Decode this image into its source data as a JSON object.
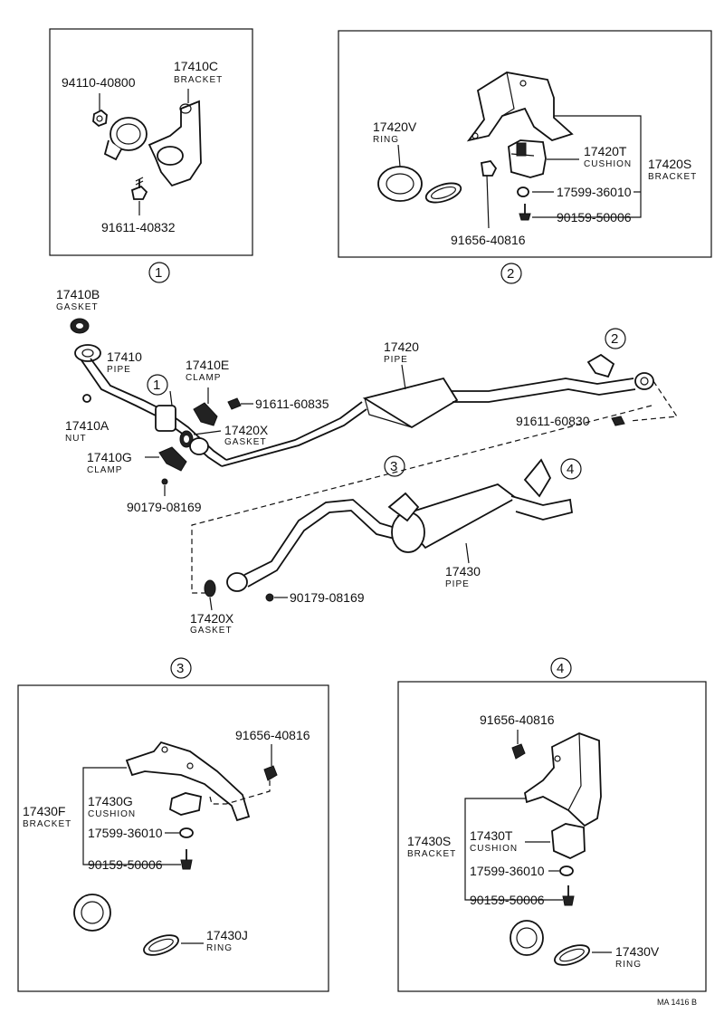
{
  "boxes": [
    {
      "key": "c1",
      "circle": "1"
    },
    {
      "key": "c2",
      "circle": "2"
    },
    {
      "key": "c3",
      "circle": "3"
    },
    {
      "key": "c4",
      "circle": "4"
    }
  ],
  "box1": {
    "nut": "94110-40800",
    "bracket_num": "17410C",
    "bracket_name": "BRACKET",
    "bolt": "91611-40832"
  },
  "box2": {
    "ring_num": "17420V",
    "ring_name": "RING",
    "cushion_num": "17420T",
    "cushion_name": "CUSHION",
    "bracket_num": "17420S",
    "bracket_name": "BRACKET",
    "washer": "17599-36010",
    "screw": "90159-50006",
    "bolt": "91656-40816"
  },
  "main": {
    "gasket_num": "17410B",
    "gasket_name": "GASKET",
    "pipe1_num": "17410",
    "pipe1_name": "PIPE",
    "clampE_num": "17410E",
    "clampE_name": "CLAMP",
    "bolt_a": "91611-60835",
    "nut_num": "17410A",
    "nut_name": "NUT",
    "gasketX_num": "17420X",
    "gasketX_name": "GASKET",
    "clampG_num": "17410G",
    "clampG_name": "CLAMP",
    "nut_b": "90179-08169",
    "pipe2_num": "17420",
    "pipe2_name": "PIPE",
    "bolt_b": "91611-60830",
    "pipe3_num": "17430",
    "pipe3_name": "PIPE",
    "nut_c": "90179-08169",
    "gasketX2_num": "17420X",
    "gasketX2_name": "GASKET"
  },
  "box3": {
    "bolt": "91656-40816",
    "bracket_num": "17430F",
    "bracket_name": "BRACKET",
    "cushion_num": "17430G",
    "cushion_name": "CUSHION",
    "washer": "17599-36010",
    "screw": "90159-50006",
    "ring_num": "17430J",
    "ring_name": "RING"
  },
  "box4": {
    "bolt": "91656-40816",
    "bracket_num": "17430S",
    "bracket_name": "BRACKET",
    "cushion_num": "17430T",
    "cushion_name": "CUSHION",
    "washer": "17599-36010",
    "screw": "90159-50006",
    "ring_num": "17430V",
    "ring_name": "RING"
  },
  "footer": {
    "code": "MA 1416 B"
  }
}
